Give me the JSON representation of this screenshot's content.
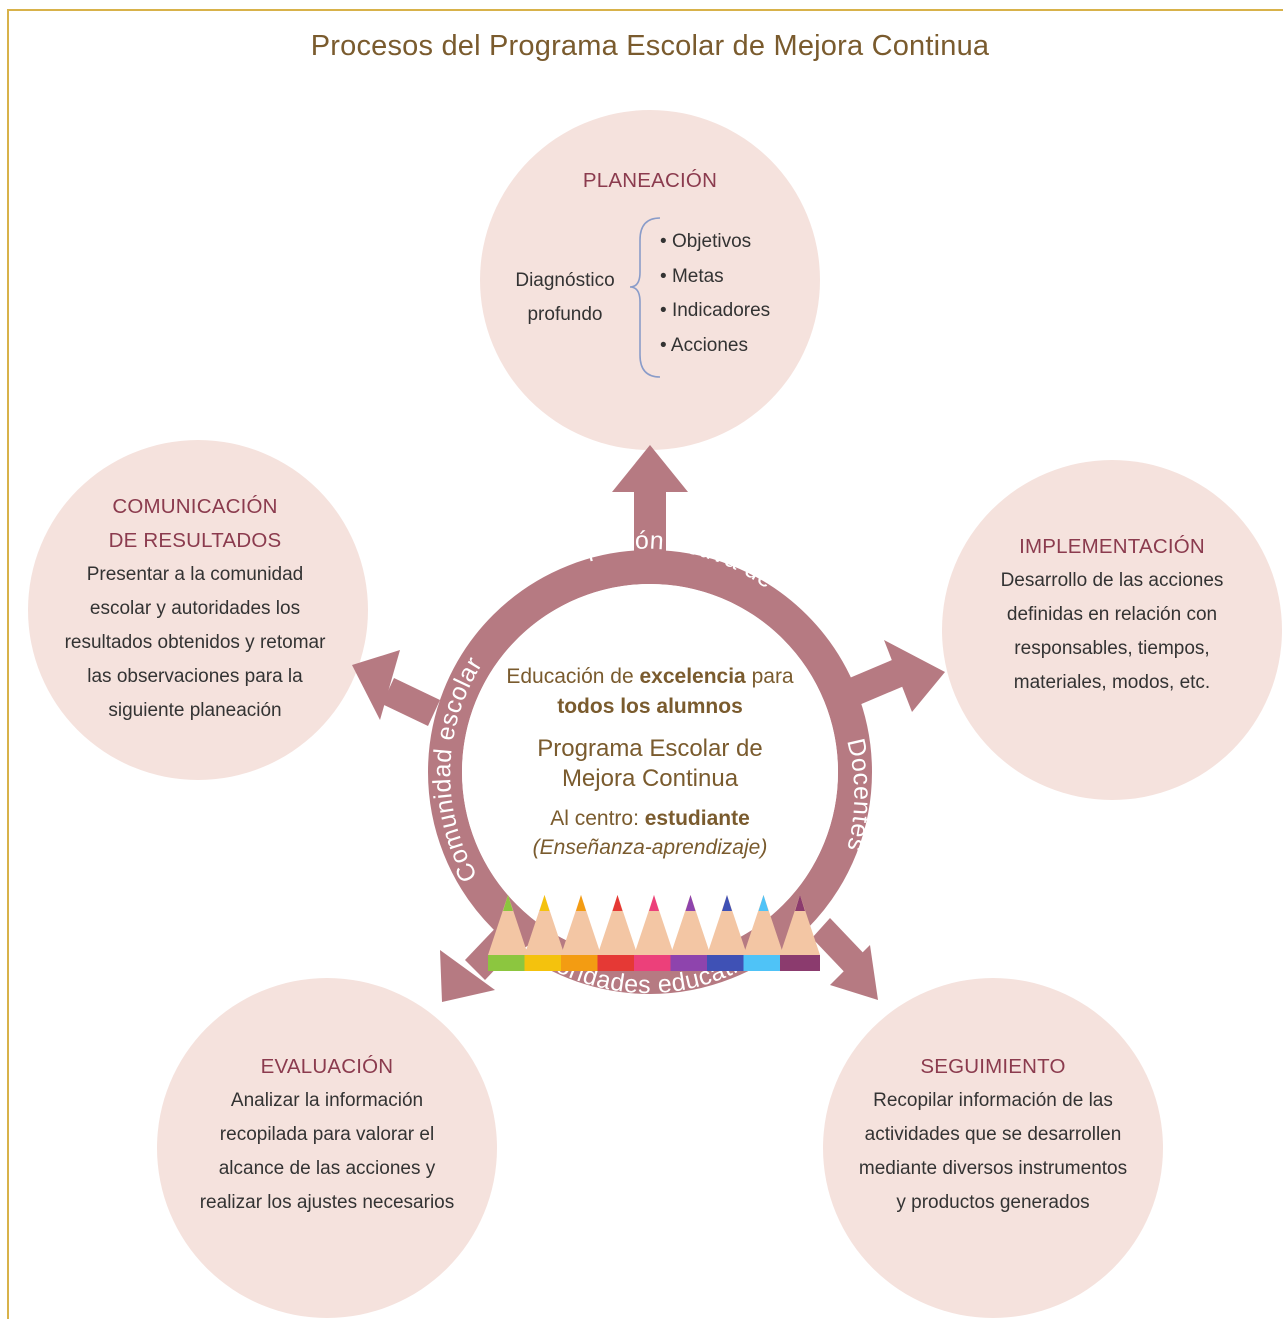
{
  "title": "Procesos del Programa Escolar de Mejora Continua",
  "colors": {
    "frame": "#d8b24a",
    "circle_fill": "#f5e2dd",
    "ring": "#b67a82",
    "heading": "#8b3b4e",
    "center_text": "#7a5b2e"
  },
  "ring_labels": {
    "top": "Participación activa de",
    "right": "Docentes",
    "bottom": "Autoridades educativas",
    "left": "Comunidad escolar"
  },
  "center": {
    "line1_pre": "Educación de ",
    "line1_bold": "excelencia",
    "line1_post": " para",
    "line2_bold": "todos los alumnos",
    "program_line1": "Programa Escolar de",
    "program_line2": "Mejora Continua",
    "centro_pre": "Al centro: ",
    "centro_bold": "estudiante",
    "subtitle": "(Enseñanza-aprendizaje)"
  },
  "planeacion": {
    "heading": "PLANEACIÓN",
    "diag_line1": "Diagnóstico",
    "diag_line2": "profundo",
    "items": [
      "Objetivos",
      "Metas",
      "Indicadores",
      "Acciones"
    ]
  },
  "implementacion": {
    "heading": "IMPLEMENTACIÓN",
    "lines": [
      "Desarrollo de las acciones",
      "definidas en relación con",
      "responsables, tiempos,",
      "materiales, modos, etc."
    ]
  },
  "seguimiento": {
    "heading": "SEGUIMIENTO",
    "lines": [
      "Recopilar información de las",
      "actividades que se desarrollen",
      "mediante diversos instrumentos",
      "y productos generados"
    ]
  },
  "evaluacion": {
    "heading": "EVALUACIÓN",
    "lines": [
      "Analizar la información",
      "recopilada para valorar el",
      "alcance de las acciones y",
      "realizar los ajustes necesarios"
    ]
  },
  "comunicacion": {
    "heading_line1": "COMUNICACIÓN",
    "heading_line2": "DE RESULTADOS",
    "lines": [
      "Presentar a la comunidad",
      "escolar y autoridades los",
      "resultados obtenidos y retomar",
      "las observaciones para la",
      "siguiente planeación"
    ]
  },
  "pencil_colors": [
    "#8cc63f",
    "#f4c20d",
    "#f39c12",
    "#e53935",
    "#ec407a",
    "#8e44ad",
    "#3f51b5",
    "#4fc3f7",
    "#8b3b6e"
  ]
}
